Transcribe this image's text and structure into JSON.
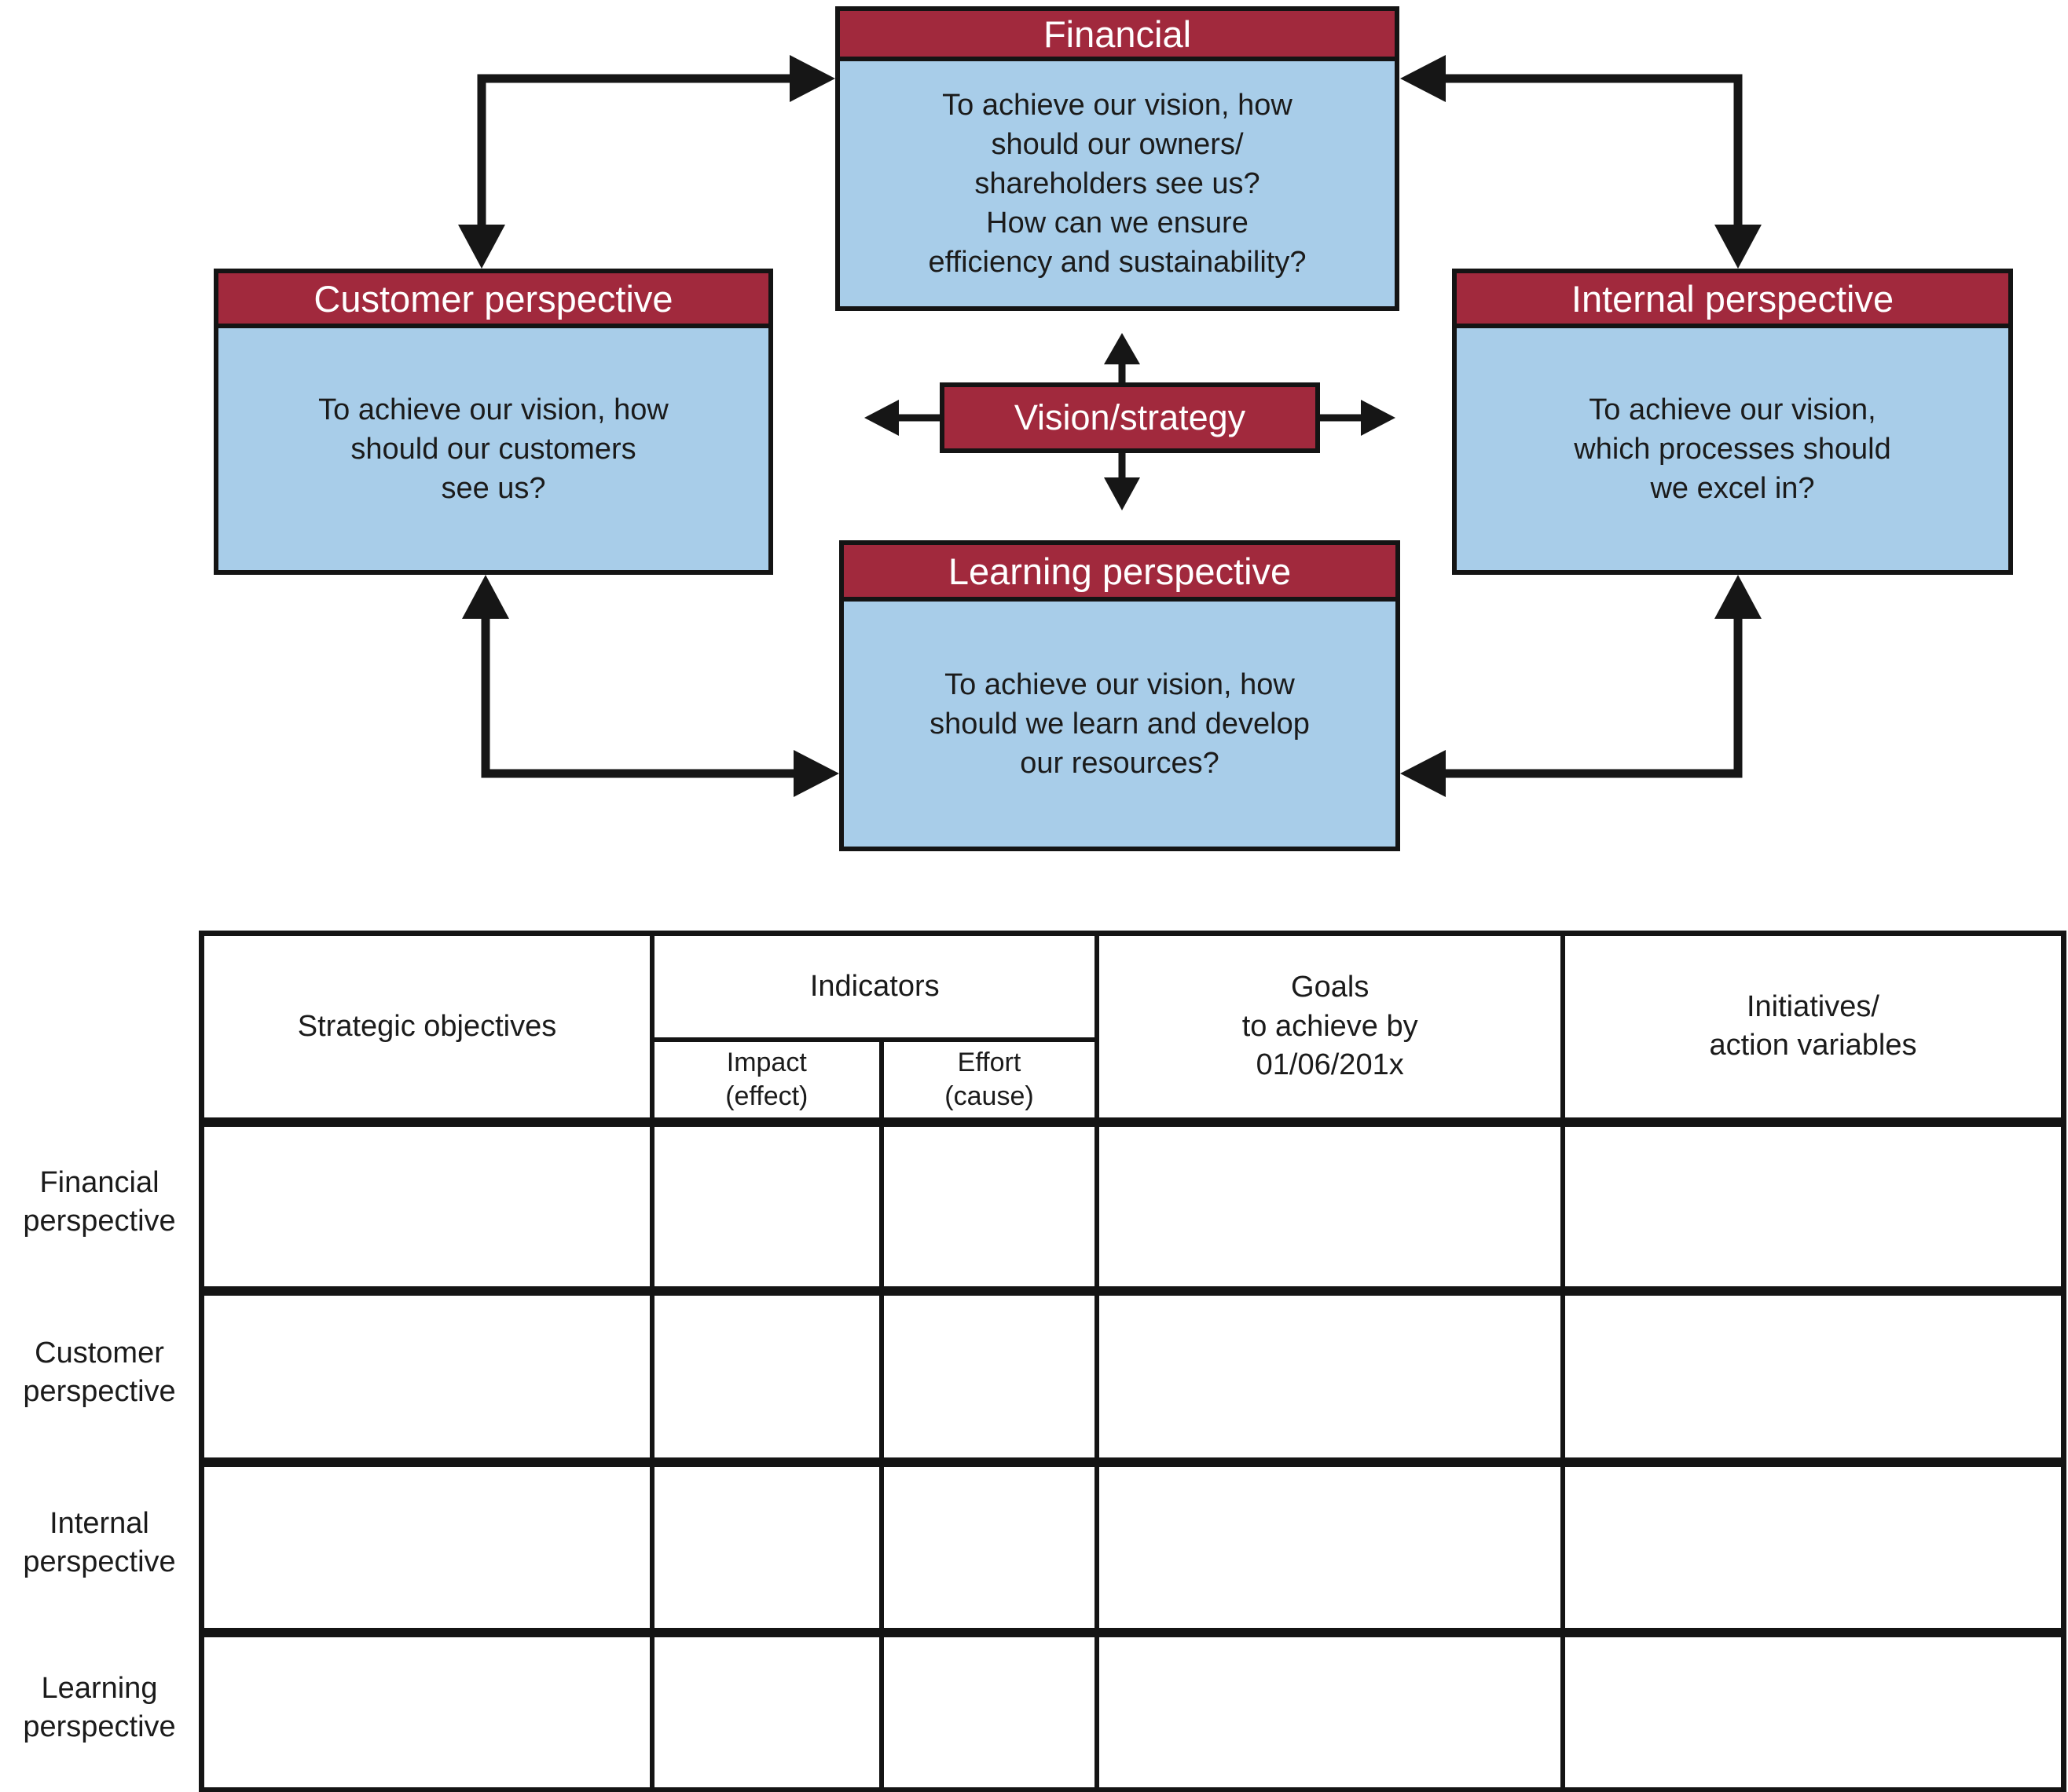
{
  "colors": {
    "header_red": "#A1293D",
    "panel_blue": "#A8CDE9",
    "line_black": "#141414"
  },
  "diagram": {
    "financial": {
      "title": "Financial",
      "body": "To achieve our vision, how\nshould our owners/\nshareholders see us?\nHow can we ensure\nefficiency and sustainability?"
    },
    "customer": {
      "title": "Customer perspective",
      "body": "To achieve our vision, how\nshould our customers\nsee us?"
    },
    "internal": {
      "title": "Internal perspective",
      "body": "To achieve our vision,\nwhich processes should\nwe excel in?"
    },
    "vision": {
      "title": "Vision/strategy"
    },
    "learning": {
      "title": "Learning perspective",
      "body": "To achieve our vision, how\nshould we learn and develop\nour resources?"
    }
  },
  "table": {
    "headers": {
      "strategic": "Strategic objectives",
      "indicators": "Indicators",
      "impact": "Impact\n(effect)",
      "effort": "Effort\n(cause)",
      "goals": "Goals\nto achieve by\n01/06/201x",
      "initiatives": "Initiatives/\naction variables"
    },
    "row_labels": [
      "Financial\nperspective",
      "Customer\nperspective",
      "Internal\nperspective",
      "Learning\nperspective"
    ],
    "rows": [
      [
        "",
        "",
        "",
        "",
        ""
      ],
      [
        "",
        "",
        "",
        "",
        ""
      ],
      [
        "",
        "",
        "",
        "",
        ""
      ],
      [
        "",
        "",
        "",
        "",
        ""
      ]
    ]
  }
}
